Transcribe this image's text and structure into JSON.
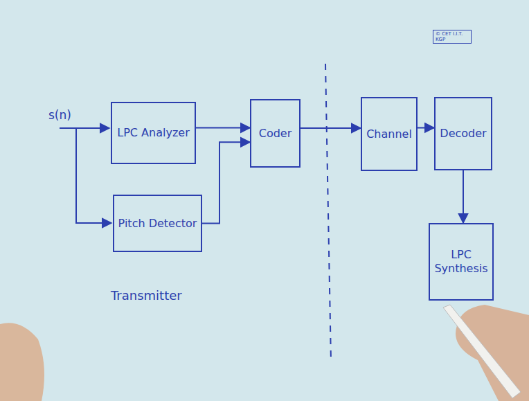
{
  "diagram": {
    "nodes": [
      {
        "text": [
          "LPC Analyzer"
        ]
      },
      {
        "text": [
          "Pitch Detector"
        ]
      },
      {
        "text": [
          "Coder"
        ]
      },
      {
        "text": [
          "Channel"
        ]
      },
      {
        "text": [
          "Decoder"
        ]
      },
      {
        "text": [
          "LPC Synthesis"
        ]
      }
    ],
    "edges": [
      {
        "from": 0,
        "to": 2,
        "arrow": "to"
      },
      {
        "from": 1,
        "to": 2,
        "arrow": "to"
      },
      {
        "from": 2,
        "to": 3,
        "arrow": "to"
      },
      {
        "from": 3,
        "to": 4,
        "arrow": "to"
      },
      {
        "from": 4,
        "to": 5,
        "arrow": "to"
      }
    ],
    "labels": [
      "s(n)",
      "Transmitter",
      "© CET I.I.T. KGP"
    ]
  }
}
